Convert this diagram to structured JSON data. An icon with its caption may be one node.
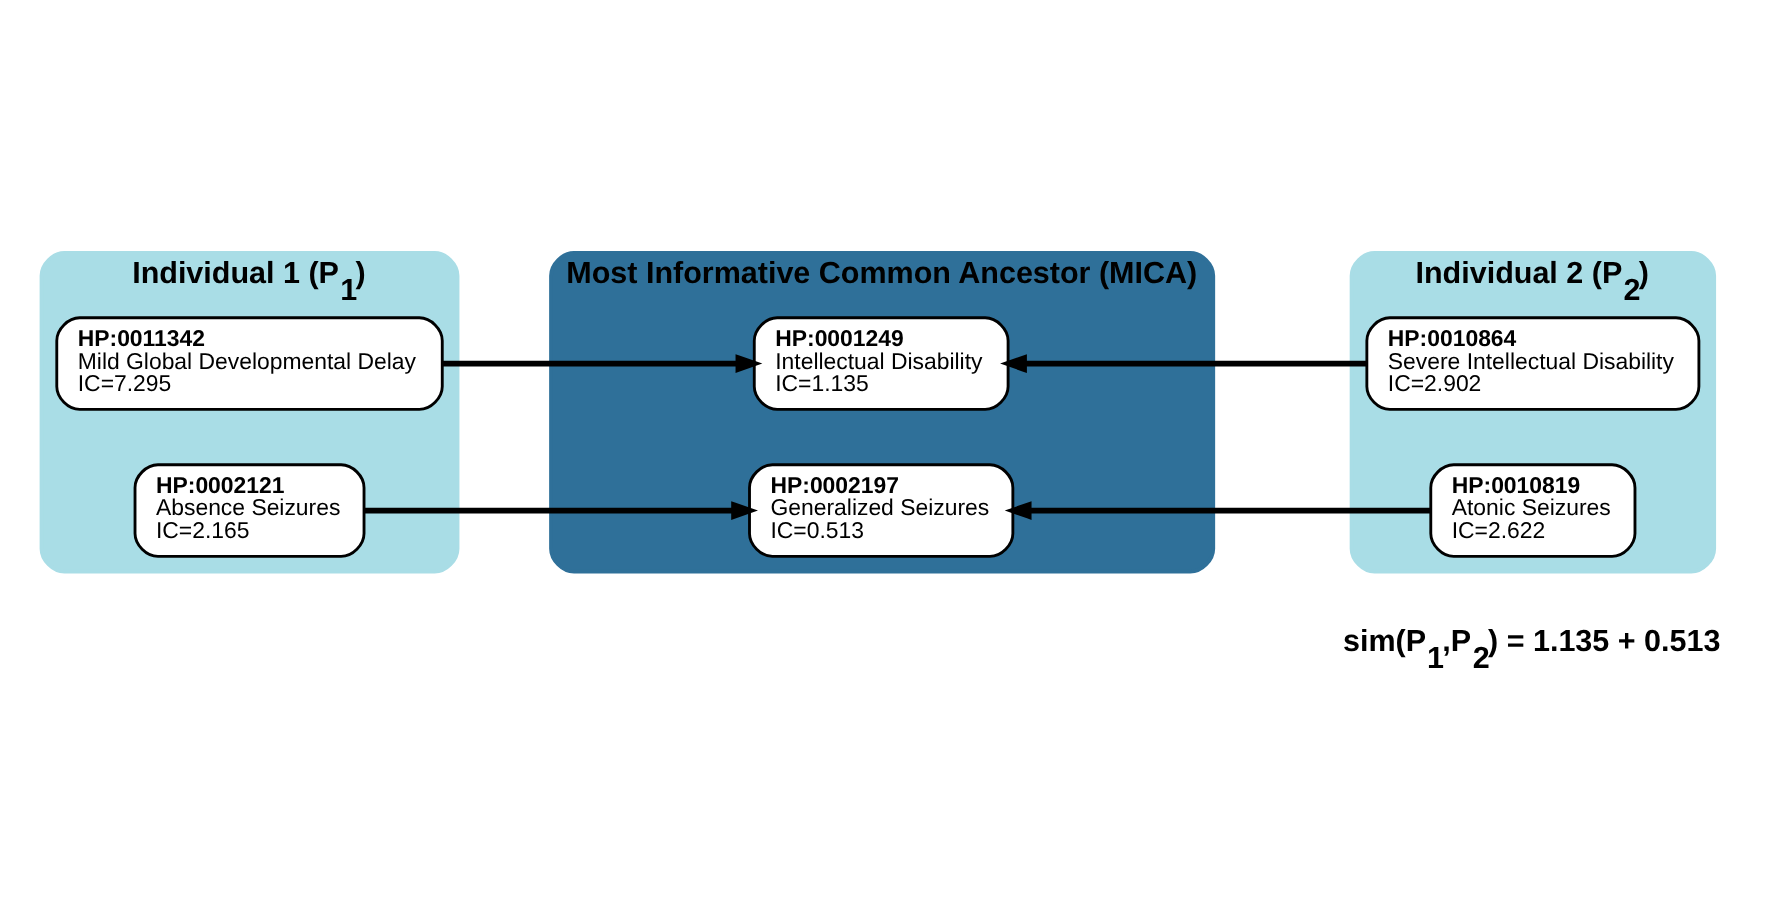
{
  "diagram": {
    "nodes": [
      {
        "text": [
          "Most Informative Common Ancestor (MICA)"
        ]
      },
      {
        "text": [
          "HP:0001249",
          "Intellectual Disability",
          "IC=1.135"
        ],
        "in": 0
      },
      {
        "text": [
          "HP:0002197",
          "Generalized Seizures",
          "IC=0.513"
        ],
        "in": 0
      },
      {
        "text": [
          "Individual 1 (P$_{1}$)"
        ]
      },
      {
        "text": [
          "HP:0011342",
          "Mild Global Developmental Delay",
          "IC=7.295"
        ],
        "in": 3
      },
      {
        "text": [
          "HP:0002121",
          "Absence Seizures",
          "IC=2.165"
        ],
        "in": 3
      },
      {
        "text": [
          "Individual 2 (P$_{2}$)"
        ]
      },
      {
        "text": [
          "HP:0010864",
          "Severe Intellectual Disability",
          "IC=2.902"
        ],
        "in": 6
      },
      {
        "text": [
          "HP:0010819",
          "Atonic Seizures",
          "IC=2.622"
        ],
        "in": 6
      }
    ],
    "edges": [
      {
        "from": 4,
        "to": 1,
        "arrow": "to"
      },
      {
        "from": 5,
        "to": 2,
        "arrow": "to"
      },
      {
        "from": 7,
        "to": 1,
        "arrow": "to"
      },
      {
        "from": 8,
        "to": 2,
        "arrow": "to"
      }
    ],
    "labels": [
      "sim(P$_{1}$,P$_{2}$) = 1.135 + 0.513"
    ]
  }
}
